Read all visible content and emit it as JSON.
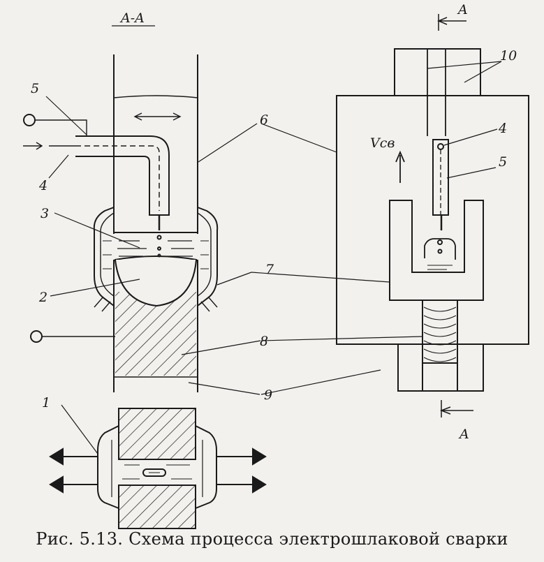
{
  "caption": "Рис. 5.13. Схема процесса электрошлаковой сварки",
  "section_title": "A-A",
  "cut_letters": {
    "top": "A",
    "bottom": "A"
  },
  "velocity_label": "Vсв",
  "callouts": {
    "n1": "1",
    "n2": "2",
    "n3": "3",
    "n4_left": "4",
    "n5_left": "5",
    "n6": "6",
    "n7": "7",
    "n8": "8",
    "n9": "9",
    "n10": "10",
    "n4_right": "4",
    "n5_right": "5"
  },
  "colors": {
    "ink": "#1a1a1a",
    "paper": "#f3f1ee"
  }
}
